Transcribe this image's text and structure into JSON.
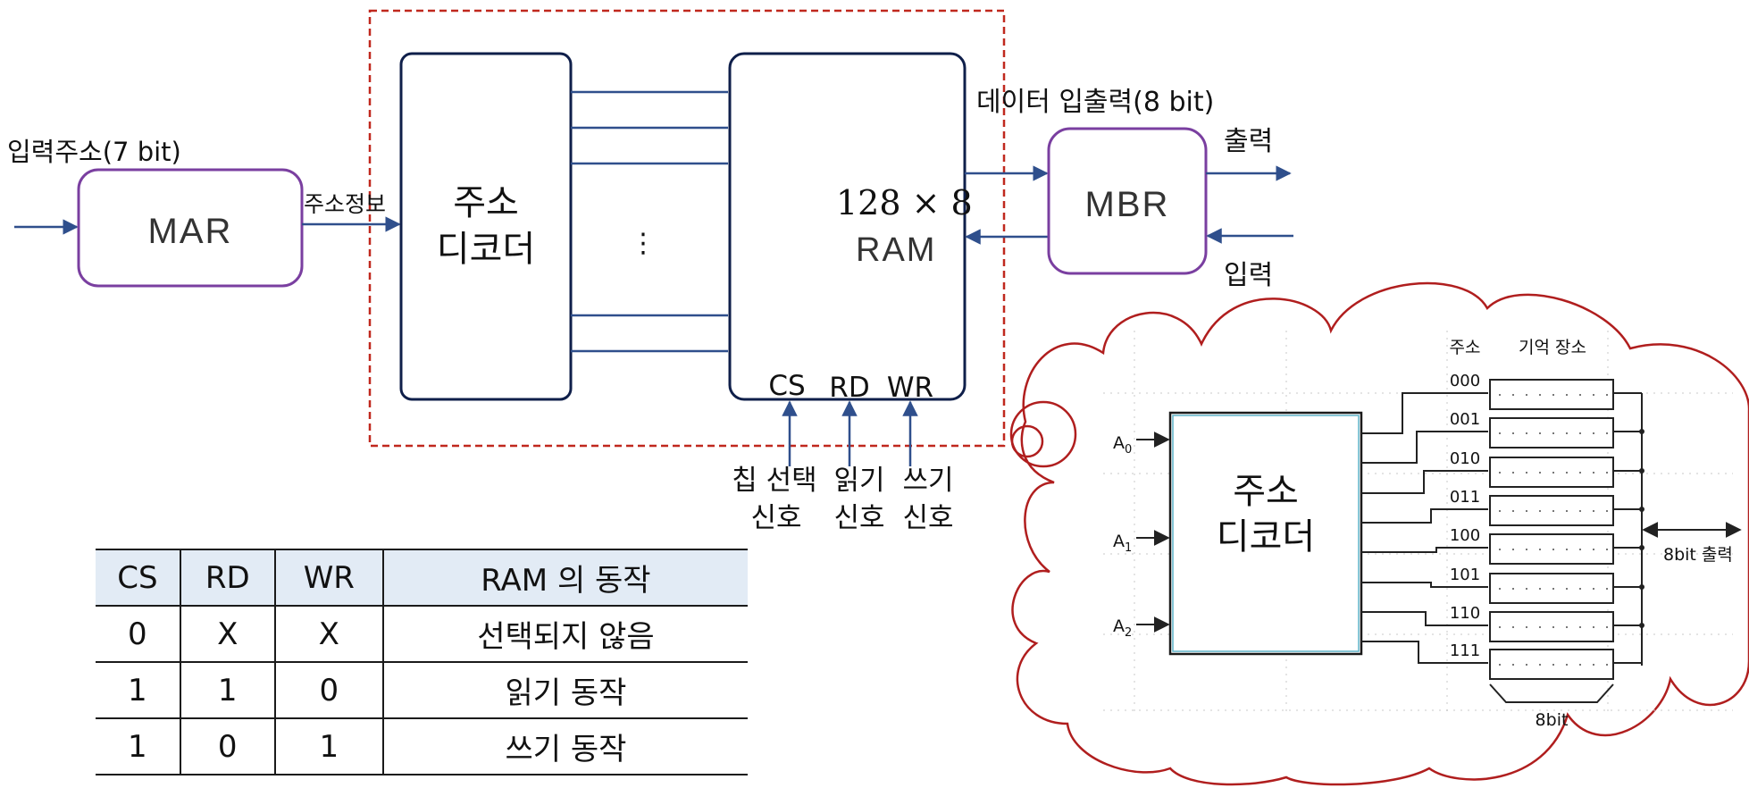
{
  "diagram": {
    "input_address_label": "입력주소(7 bit)",
    "mar_label": "MAR",
    "address_info_label": "주소정보",
    "decoder_label_line1": "주소",
    "decoder_label_line2": "디코더",
    "decoder_ellipsis": "⋮",
    "ram_size_label": "128 × 8",
    "ram_label": "RAM",
    "cs_label": "CS",
    "rd_label": "RD",
    "wr_label": "WR",
    "data_io_label": "데이터 입출력(8 bit)",
    "mbr_label": "MBR",
    "output_label": "출력",
    "input_label": "입력",
    "chip_select_line1": "칩 선택",
    "chip_select_line2": "신호",
    "read_line1": "읽기",
    "read_line2": "신호",
    "write_line1": "쓰기",
    "write_line2": "신호"
  },
  "truth_table": {
    "headers": [
      "CS",
      "RD",
      "WR",
      "RAM 의 동작"
    ],
    "rows": [
      [
        "0",
        "X",
        "X",
        "선택되지 않음"
      ],
      [
        "1",
        "1",
        "0",
        "읽기 동작"
      ],
      [
        "1",
        "0",
        "1",
        "쓰기 동작"
      ]
    ]
  },
  "detail": {
    "address_header": "주소",
    "storage_header": "기억 장소",
    "inputs": [
      "A2",
      "A1",
      "A0"
    ],
    "decoder_line1": "주소",
    "decoder_line2": "디코더",
    "addresses": [
      "000",
      "001",
      "010",
      "011",
      "100",
      "101",
      "110",
      "111"
    ],
    "output_label": "8bit 출력",
    "width_label": "8bit"
  },
  "colors": {
    "block_border": "#0f1f4a",
    "register_border": "#7a3fa0",
    "arrow": "#2f4f8c",
    "dashed_box": "#c0281e",
    "cloud": "#b01e1e",
    "table_header": "#e2ebf5"
  }
}
